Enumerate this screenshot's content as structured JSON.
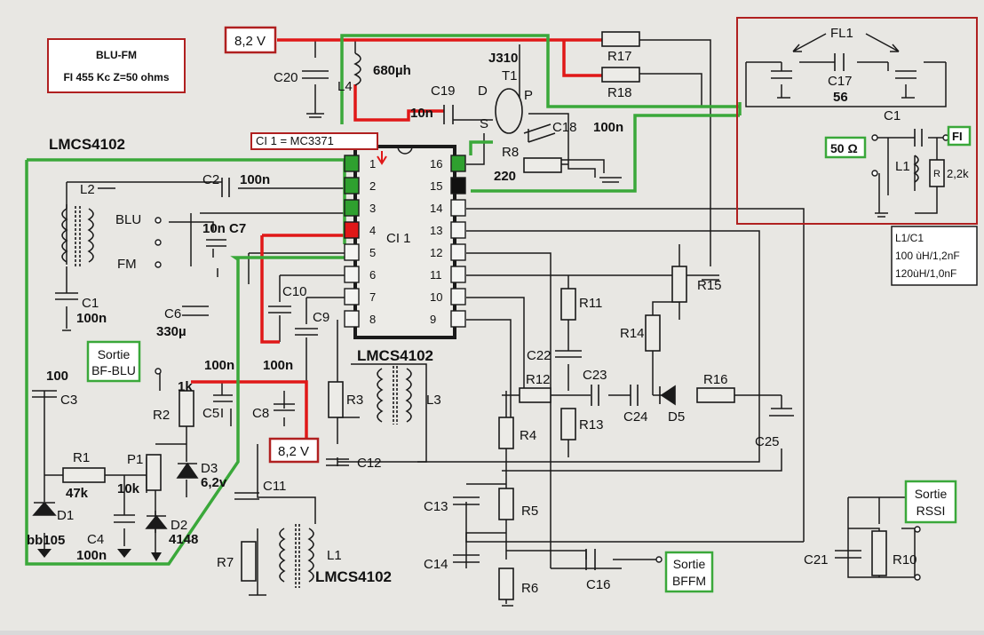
{
  "colors": {
    "wire": "#1a1a1a",
    "supply_red": "#e01818",
    "signal_green": "#3aa83a",
    "box_red": "#b02020",
    "paper": "#e8e7e3"
  },
  "info_box": {
    "line1": "BLU-FM",
    "line2": "FI 455 Kc  Z=50 ohms"
  },
  "supply_labels": [
    "8,2 V",
    "8,2 V"
  ],
  "ic": {
    "name": "CI 1",
    "ref_label": "CI 1  = MC3371",
    "module_labels": [
      "LMCS4102",
      "LMCS4102",
      "LMCS4102"
    ],
    "pins": [
      "1",
      "2",
      "3",
      "4",
      "5",
      "6",
      "7",
      "8",
      "9",
      "10",
      "11",
      "12",
      "13",
      "14",
      "15",
      "16"
    ]
  },
  "transistor": {
    "name": "T1",
    "type": "J310",
    "pins": [
      "D",
      "S",
      "P"
    ]
  },
  "filter_box": {
    "name": "FL1",
    "c17": "C17",
    "c17_value": "56",
    "c1": "C1",
    "l1": "L1",
    "r": "R",
    "r_value": "2,2k",
    "z": "50 Ω",
    "fi": "FI"
  },
  "lc_table": {
    "header": "L1/C1",
    "row1": "100 ùH/1,2nF",
    "row2": "120ùH/1,0nF"
  },
  "components": {
    "C20": "C20",
    "L4": "L4",
    "L4_val": "680µh",
    "C19": "C19",
    "C19_val": "10n",
    "R17": "R17",
    "R18": "R18",
    "C18": "C18",
    "C18_val": "100n",
    "R8": "R8",
    "R8_val": "220",
    "L2": "L2",
    "C2": "C2",
    "C2_val": "100n",
    "C7": "10n C7",
    "C1": "C1",
    "C1_val": "100n",
    "C6": "C6",
    "C6_val": "330µ",
    "C3": "C3",
    "C3_val": "100",
    "R1": "R1",
    "R1_val": "47k",
    "P1": "P1",
    "P1_val": "10k",
    "R2": "R2",
    "R2_val": "1k",
    "C5": "C5",
    "C8": "C8",
    "C5_val": "100n",
    "C8_val": "100n",
    "D3": "D3",
    "D3_val": "6,2v",
    "D1": "D1",
    "D1_val": "bb105",
    "C4": "C4",
    "C4_val": "100n",
    "D2": "D2",
    "D2_val": "4148",
    "C10": "C10",
    "C9": "C9",
    "R3": "R3",
    "L3": "L3",
    "C12": "C12",
    "C11": "C11",
    "R7": "R7",
    "L1": "L1",
    "R11": "R11",
    "R15": "R15",
    "R14": "R14",
    "C22": "C22",
    "R12": "R12",
    "C23": "C23",
    "C24": "C24",
    "D5": "D5",
    "R16": "R16",
    "R13": "R13",
    "C25": "C25",
    "R4": "R4",
    "R5": "R5",
    "R6": "R6",
    "C13": "C13",
    "C14": "C14",
    "C16": "C16",
    "C21": "C21",
    "R10": "R10"
  },
  "switch_labels": [
    "BLU",
    "FM"
  ],
  "outputs": {
    "bf_blu": [
      "Sortie",
      "BF-BLU"
    ],
    "bffm": [
      "Sortie",
      "BFFM"
    ],
    "rssi": [
      "Sortie",
      "RSSI"
    ]
  }
}
